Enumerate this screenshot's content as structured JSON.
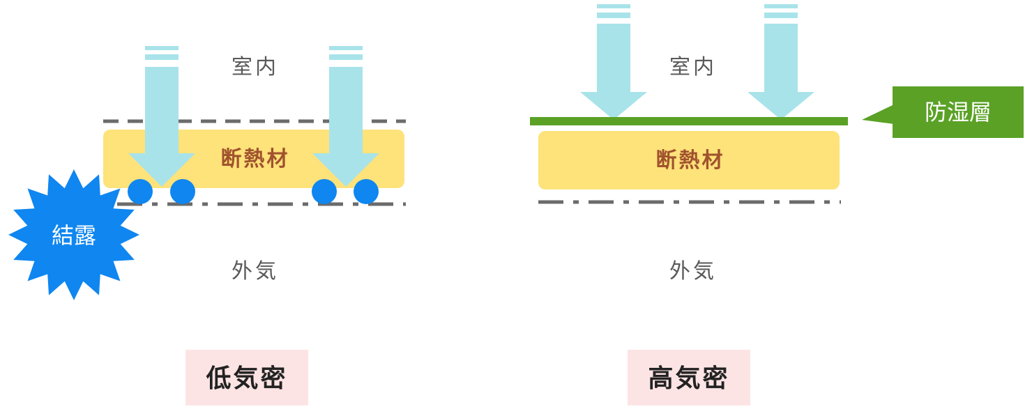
{
  "colors": {
    "arrow": "#a8e3ea",
    "insulation": "#fee27a",
    "insulation_text": "#a0522d",
    "dashed_line": "#6b6b6b",
    "droplet": "#0f86f0",
    "burst": "#0f86f0",
    "vapor_barrier": "#5aa125",
    "title_bg": "#fde4e4"
  },
  "left_panel": {
    "indoor_label": "室内",
    "insulation_label": "断熱材",
    "outdoor_label": "外気",
    "condensation_label": "結露",
    "title": "低気密"
  },
  "right_panel": {
    "indoor_label": "室内",
    "insulation_label": "断熱材",
    "outdoor_label": "外気",
    "vapor_barrier_label": "防湿層",
    "title": "高気密"
  }
}
